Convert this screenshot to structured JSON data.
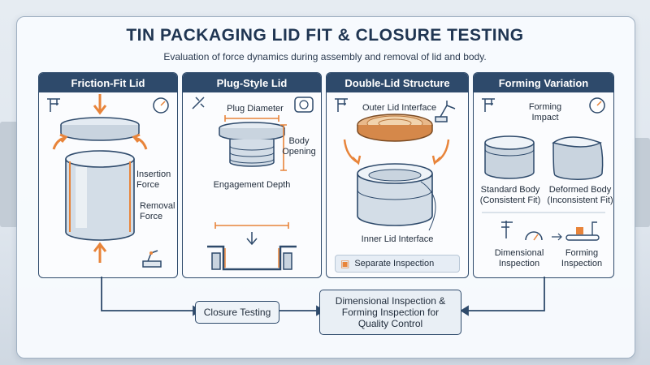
{
  "header": {
    "title": "TIN PACKAGING LID FIT & CLOSURE TESTING",
    "subtitle": "Evaluation of force dynamics during assembly and removal of lid and body."
  },
  "panels": [
    {
      "title": "Friction-Fit Lid",
      "labels": {
        "insertion": "Insertion\nForce",
        "removal": "Removal\nForce"
      },
      "icons": [
        "caliper-icon",
        "gauge-icon",
        "robot-arm-icon"
      ]
    },
    {
      "title": "Plug-Style Lid",
      "labels": {
        "plug_diameter": "Plug Diameter",
        "body_opening": "Body\nOpening",
        "engagement": "Engagement Depth"
      },
      "icons": [
        "caliper-icon",
        "gauge-icon"
      ]
    },
    {
      "title": "Double-Lid Structure",
      "labels": {
        "outer": "Outer Lid Interface",
        "inner": "Inner Lid Interface",
        "separate": "Separate Inspection"
      },
      "icons": [
        "caliper-icon",
        "robot-arm-icon",
        "inspection-icon"
      ]
    },
    {
      "title": "Forming Variation",
      "labels": {
        "impact": "Forming\nImpact",
        "standard": "Standard Body\n(Consistent Fit)",
        "deformed": "Deformed Body\n(Inconsistent Fit)",
        "dimensional": "Dimensional\nInspection",
        "forming": "Forming\nInspection"
      },
      "icons": [
        "caliper-icon",
        "gauge-icon",
        "conveyor-icon"
      ]
    }
  ],
  "flow": {
    "closure": "Closure Testing",
    "quality": "Dimensional Inspection &\nForming Inspection for\nQuality Control"
  },
  "colors": {
    "navy": "#2e4a6b",
    "orange": "#e8843a",
    "steel": "#b9c6d4"
  }
}
